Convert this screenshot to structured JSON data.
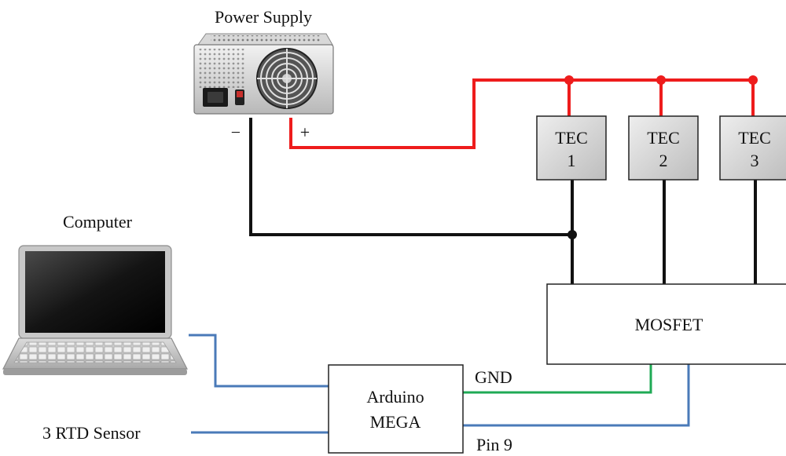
{
  "labels": {
    "power_supply": "Power Supply",
    "computer": "Computer",
    "sensor": "3 RTD Sensor",
    "minus": "−",
    "plus": "+",
    "gnd": "GND",
    "pin9": "Pin 9"
  },
  "tecs": [
    {
      "line1": "TEC",
      "line2": "1"
    },
    {
      "line1": "TEC",
      "line2": "2"
    },
    {
      "line1": "TEC",
      "line2": "3"
    }
  ],
  "arduino": {
    "line1": "Arduino",
    "line2": "MEGA"
  },
  "mosfet": {
    "label": "MOSFET"
  },
  "colors": {
    "positive_wire": "#ee1c1c",
    "ground_wire": "#111111",
    "signal_wire": "#4a7ab8",
    "gnd_wire": "#1faa55",
    "tec_fill": "#d6d6d6",
    "box_stroke": "#222222"
  }
}
